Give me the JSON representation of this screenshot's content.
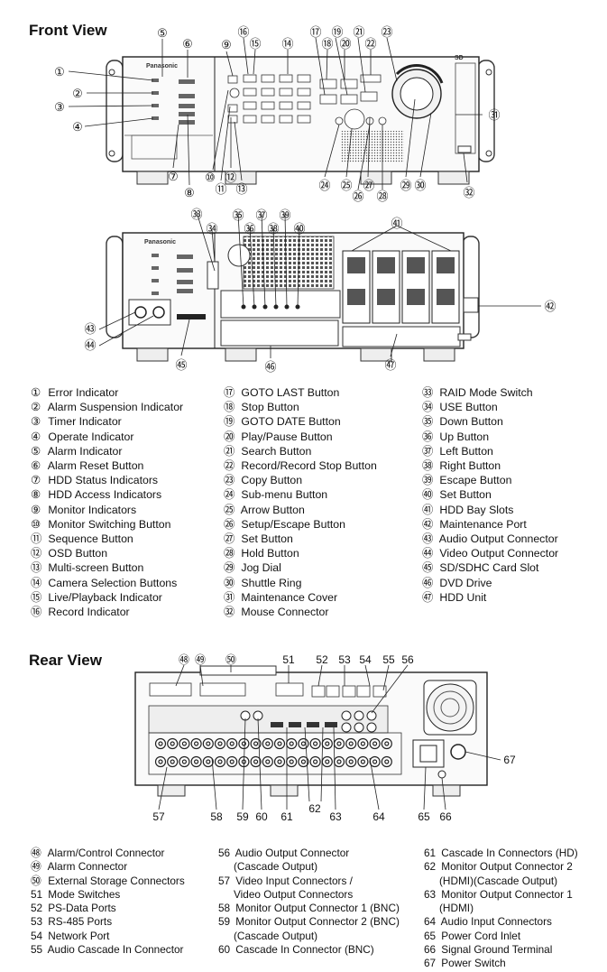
{
  "front": {
    "title": "Front View",
    "brand": "Panasonic",
    "sd_logo": "SD",
    "callouts": [
      "①",
      "②",
      "③",
      "④",
      "⑤",
      "⑥",
      "⑦",
      "⑧",
      "⑨",
      "⑩",
      "⑪",
      "⑫",
      "⑬",
      "⑭",
      "⑮",
      "⑯",
      "⑰",
      "⑱",
      "⑲",
      "⑳",
      "㉑",
      "㉒",
      "㉓",
      "㉔",
      "㉕",
      "㉖",
      "㉗",
      "㉘",
      "㉙",
      "㉚",
      "㉛",
      "㉜"
    ]
  },
  "open": {
    "brand": "Panasonic",
    "callouts": [
      "㉝",
      "㉞",
      "㉟",
      "㊱",
      "㊲",
      "㊳",
      "㊴",
      "㊵",
      "㊶",
      "㊷",
      "㊸",
      "㊹",
      "㊺",
      "㊻",
      "㊼"
    ]
  },
  "legend_col1": [
    {
      "n": "①",
      "label": "Error Indicator"
    },
    {
      "n": "②",
      "label": "Alarm Suspension Indicator"
    },
    {
      "n": "③",
      "label": "Timer Indicator"
    },
    {
      "n": "④",
      "label": "Operate Indicator"
    },
    {
      "n": "⑤",
      "label": "Alarm Indicator"
    },
    {
      "n": "⑥",
      "label": "Alarm Reset Button"
    },
    {
      "n": "⑦",
      "label": "HDD Status Indicators"
    },
    {
      "n": "⑧",
      "label": "HDD Access Indicators"
    },
    {
      "n": "⑨",
      "label": "Monitor Indicators"
    },
    {
      "n": "⑩",
      "label": "Monitor Switching Button"
    },
    {
      "n": "⑪",
      "label": "Sequence Button"
    },
    {
      "n": "⑫",
      "label": "OSD Button"
    },
    {
      "n": "⑬",
      "label": "Multi-screen Button"
    },
    {
      "n": "⑭",
      "label": "Camera Selection Buttons"
    },
    {
      "n": "⑮",
      "label": "Live/Playback Indicator"
    },
    {
      "n": "⑯",
      "label": "Record Indicator"
    }
  ],
  "legend_col2": [
    {
      "n": "⑰",
      "label": "GOTO LAST Button"
    },
    {
      "n": "⑱",
      "label": "Stop Button"
    },
    {
      "n": "⑲",
      "label": "GOTO DATE Button"
    },
    {
      "n": "⑳",
      "label": "Play/Pause Button"
    },
    {
      "n": "㉑",
      "label": "Search Button"
    },
    {
      "n": "㉒",
      "label": "Record/Record Stop Button"
    },
    {
      "n": "㉓",
      "label": "Copy Button"
    },
    {
      "n": "㉔",
      "label": "Sub-menu Button"
    },
    {
      "n": "㉕",
      "label": "Arrow Button"
    },
    {
      "n": "㉖",
      "label": "Setup/Escape Button"
    },
    {
      "n": "㉗",
      "label": "Set Button"
    },
    {
      "n": "㉘",
      "label": "Hold Button"
    },
    {
      "n": "㉙",
      "label": "Jog Dial"
    },
    {
      "n": "㉚",
      "label": "Shuttle Ring"
    },
    {
      "n": "㉛",
      "label": "Maintenance Cover"
    },
    {
      "n": "㉜",
      "label": "Mouse Connector"
    }
  ],
  "legend_col3": [
    {
      "n": "㉝",
      "label": "RAID Mode Switch"
    },
    {
      "n": "㉞",
      "label": "USE Button"
    },
    {
      "n": "㉟",
      "label": "Down Button"
    },
    {
      "n": "㊱",
      "label": "Up Button"
    },
    {
      "n": "㊲",
      "label": "Left Button"
    },
    {
      "n": "㊳",
      "label": "Right Button"
    },
    {
      "n": "㊴",
      "label": "Escape Button"
    },
    {
      "n": "㊵",
      "label": "Set Button"
    },
    {
      "n": "㊶",
      "label": "HDD Bay Slots"
    },
    {
      "n": "㊷",
      "label": "Maintenance Port"
    },
    {
      "n": "㊸",
      "label": "Audio Output Connector"
    },
    {
      "n": "㊹",
      "label": "Video Output Connector"
    },
    {
      "n": "㊺",
      "label": "SD/SDHC Card Slot"
    },
    {
      "n": "㊻",
      "label": "DVD Drive"
    },
    {
      "n": "㊼",
      "label": "HDD Unit"
    }
  ],
  "rear": {
    "title": "Rear View",
    "callouts": [
      "㊽",
      "㊾",
      "㊿",
      "51",
      "52",
      "53",
      "54",
      "55",
      "56",
      "57",
      "58",
      "59",
      "60",
      "61",
      "62",
      "63",
      "64",
      "65",
      "66",
      "67"
    ],
    "col1": [
      {
        "n": "㊽",
        "label": "Alarm/Control Connector"
      },
      {
        "n": "㊾",
        "label": "Alarm Connector"
      },
      {
        "n": "㊿",
        "label": "External Storage Connectors"
      },
      {
        "n": "51",
        "label": "Mode Switches"
      },
      {
        "n": "52",
        "label": "PS-Data Ports"
      },
      {
        "n": "53",
        "label": "RS-485 Ports"
      },
      {
        "n": "54",
        "label": "Network Port"
      },
      {
        "n": "55",
        "label": "Audio Cascade In Connector"
      }
    ],
    "col2": [
      {
        "n": "56",
        "label": "Audio Output Connector"
      },
      {
        "n": "",
        "label": "(Cascade Output)"
      },
      {
        "n": "57",
        "label": "Video Input Connectors /"
      },
      {
        "n": "",
        "label": "Video Output Connectors"
      },
      {
        "n": "58",
        "label": "Monitor Output Connector 1 (BNC)"
      },
      {
        "n": "59",
        "label": "Monitor Output Connector 2 (BNC)"
      },
      {
        "n": "",
        "label": "(Cascade Output)"
      },
      {
        "n": "60",
        "label": "Cascade In Connector (BNC)"
      }
    ],
    "col3": [
      {
        "n": "61",
        "label": "Cascade In Connectors (HD)"
      },
      {
        "n": "62",
        "label": "Monitor Output Connector 2"
      },
      {
        "n": "",
        "label": "(HDMI)(Cascade Output)"
      },
      {
        "n": "63",
        "label": "Monitor Output Connector 1"
      },
      {
        "n": "",
        "label": "(HDMI)"
      },
      {
        "n": "64",
        "label": "Audio Input Connectors"
      },
      {
        "n": "65",
        "label": "Power Cord Inlet"
      },
      {
        "n": "66",
        "label": "Signal Ground Terminal"
      },
      {
        "n": "67",
        "label": "Power Switch"
      }
    ]
  }
}
